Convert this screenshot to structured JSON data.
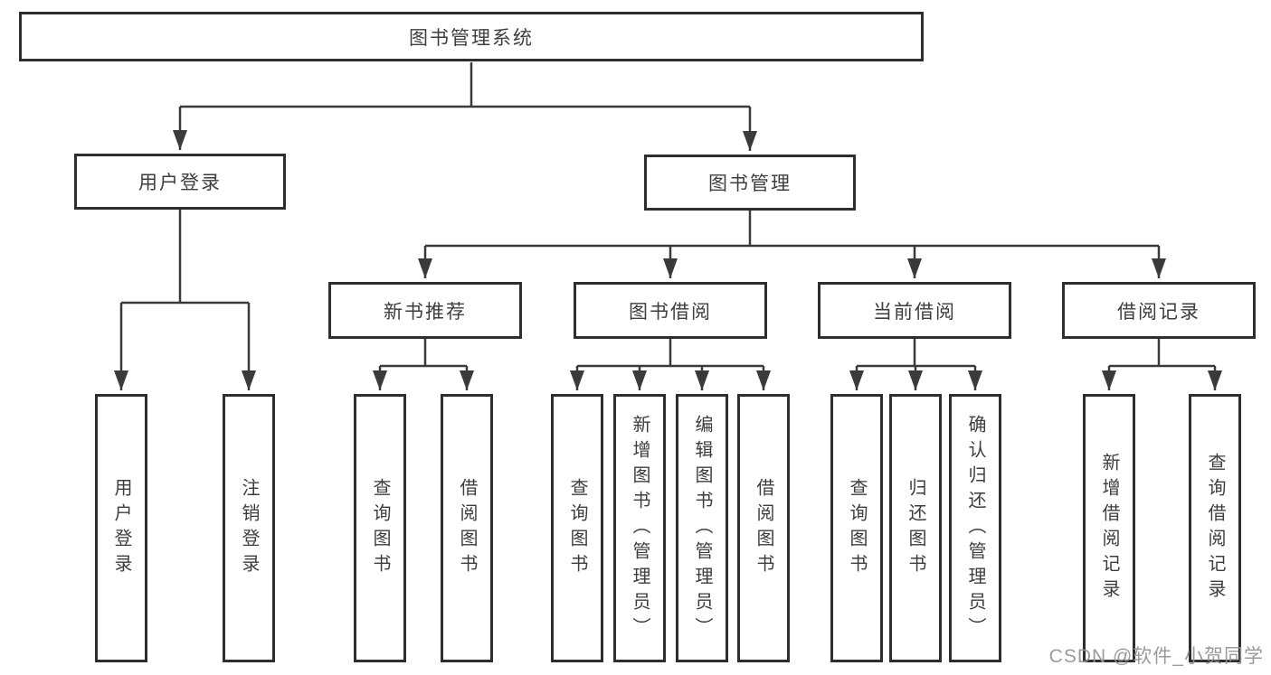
{
  "diagram": {
    "root": {
      "label": "图书管理系统"
    },
    "level2": [
      {
        "label": "用户登录"
      },
      {
        "label": "图书管理"
      }
    ],
    "level3": [
      {
        "label": "新书推荐"
      },
      {
        "label": "图书借阅"
      },
      {
        "label": "当前借阅"
      },
      {
        "label": "借阅记录"
      }
    ],
    "leaves": {
      "user_login": [
        {
          "label": "用户登录"
        },
        {
          "label": "注销登录"
        }
      ],
      "new_book_recommend": [
        {
          "label": "查询图书"
        },
        {
          "label": "借阅图书"
        }
      ],
      "book_borrowing": [
        {
          "label": "查询图书"
        },
        {
          "label": "新增图书（管理员）"
        },
        {
          "label": "编辑图书（管理员）"
        },
        {
          "label": "借阅图书"
        }
      ],
      "current_borrowing": [
        {
          "label": "查询图书"
        },
        {
          "label": "归还图书"
        },
        {
          "label": "确认归还（管理员）"
        }
      ],
      "borrowing_records": [
        {
          "label": "新增借阅记录"
        },
        {
          "label": "查询借阅记录"
        }
      ]
    }
  },
  "watermark": {
    "text": "CSDN @软件_小贺同学"
  },
  "colors": {
    "line": "#3a3a3a",
    "box_border": "#2e2e2e",
    "text": "#3d3d3d",
    "watermark": "#969696",
    "background": "#ffffff"
  }
}
